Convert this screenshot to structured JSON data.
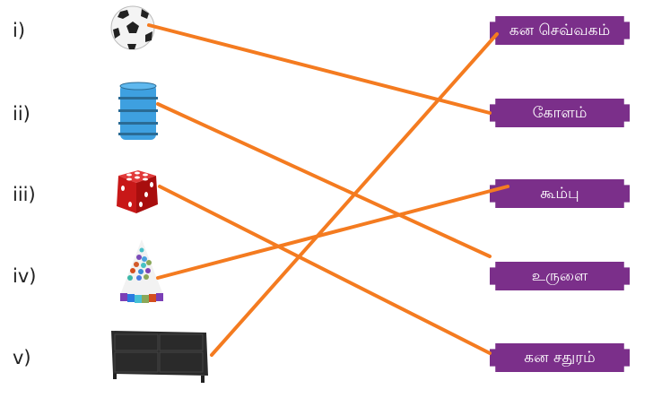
{
  "items": [
    {
      "num": "i)",
      "object": "football",
      "answer": "கோளம்"
    },
    {
      "num": "ii)",
      "object": "tiffin-box",
      "answer": "உருளை"
    },
    {
      "num": "iii)",
      "object": "dice",
      "answer": "கன சதுரம்"
    },
    {
      "num": "iv)",
      "object": "party-cone-hat",
      "answer": "கூம்பு"
    },
    {
      "num": "v)",
      "object": "cabinet",
      "answer": "கன செவ்வகம்"
    }
  ],
  "labels": [
    "கன செவ்வகம்",
    "கோளம்",
    "கூம்பு",
    "உருளை",
    "கன சதுரம்"
  ],
  "matches": [
    {
      "from": "i)",
      "to": "கோளம்"
    },
    {
      "from": "ii)",
      "to": "உருளை"
    },
    {
      "from": "iii)",
      "to": "கன சதுரம்"
    },
    {
      "from": "iv)",
      "to": "கூம்பு"
    },
    {
      "from": "v)",
      "to": "கன செவ்வகம்"
    }
  ],
  "colors": {
    "label_bg": "#7b2f8a",
    "line": "#f47b20"
  }
}
